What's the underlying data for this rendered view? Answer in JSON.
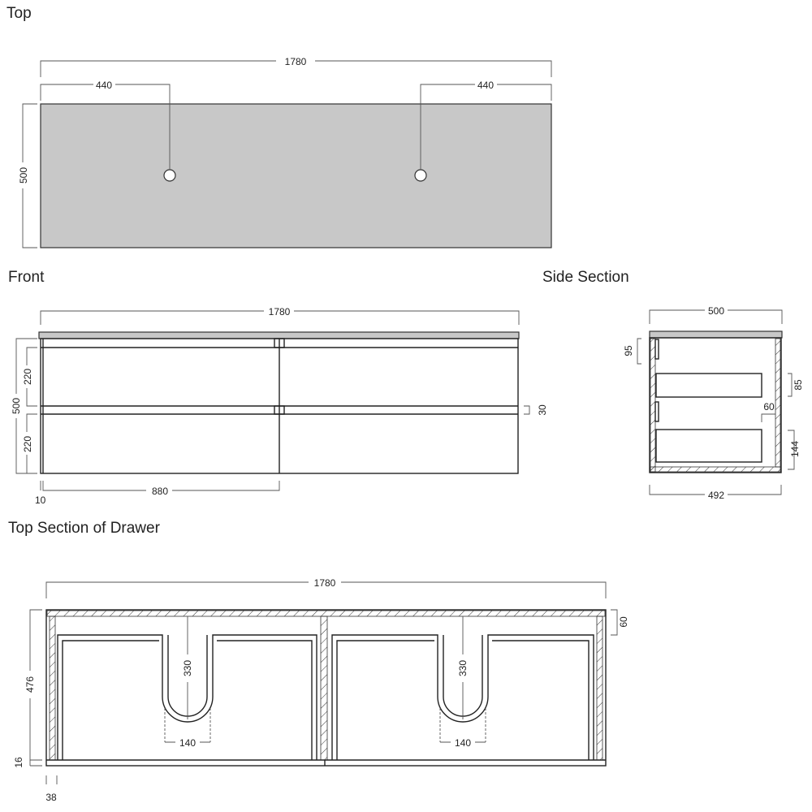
{
  "views": {
    "top": {
      "title": "Top",
      "overall_width": "1780",
      "left_hole_offset": "440",
      "right_hole_offset": "440",
      "depth": "500"
    },
    "front": {
      "title": "Front",
      "overall_width": "1780",
      "height": "500",
      "upper_drawer_height": "220",
      "lower_drawer_height": "220",
      "gap": "30",
      "drawer_width": "880",
      "side_offset": "10"
    },
    "side_section": {
      "title": "Side Section",
      "top_depth": "500",
      "body_depth": "492",
      "top_rail": "95",
      "upper_drawer": "85",
      "gap": "60",
      "lower_drawer": "144"
    },
    "drawer_section": {
      "title": "Top Section of Drawer",
      "overall_width": "1780",
      "depth": "476",
      "back_thickness": "16",
      "side_offset": "38",
      "front_thickness": "60",
      "left_cutout_depth": "330",
      "right_cutout_depth": "330",
      "left_cutout_width": "140",
      "right_cutout_width": "140"
    }
  },
  "colors": {
    "surface": "#c8c8c8",
    "line": "#222222"
  }
}
